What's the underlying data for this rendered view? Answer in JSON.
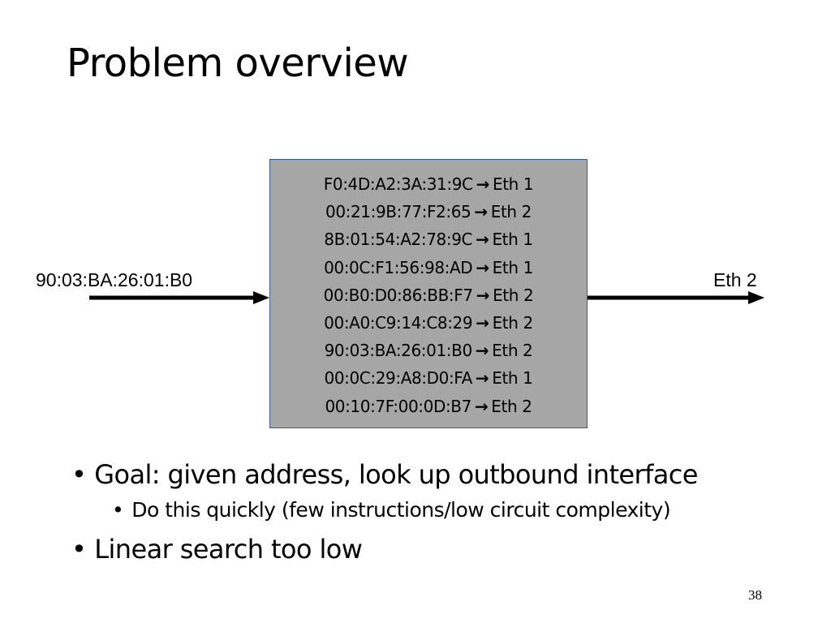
{
  "title": "Problem overview",
  "input_address": "90:03:BA:26:01:B0",
  "output_interface": "Eth 2",
  "arrow_glyph": "→",
  "table": [
    {
      "mac": "F0:4D:A2:3A:31:9C",
      "port": "Eth 1"
    },
    {
      "mac": "00:21:9B:77:F2:65",
      "port": "Eth 2"
    },
    {
      "mac": "8B:01:54:A2:78:9C",
      "port": "Eth 1"
    },
    {
      "mac": "00:0C:F1:56:98:AD",
      "port": "Eth 1"
    },
    {
      "mac": "00:B0:D0:86:BB:F7",
      "port": "Eth 2"
    },
    {
      "mac": "00:A0:C9:14:C8:29",
      "port": "Eth 2"
    },
    {
      "mac": "90:03:BA:26:01:B0",
      "port": "Eth 2"
    },
    {
      "mac": "00:0C:29:A8:D0:FA",
      "port": "Eth 1"
    },
    {
      "mac": "00:10:7F:00:0D:B7",
      "port": "Eth 2"
    }
  ],
  "bullets": {
    "bullet_char": "•",
    "b1": "Goal: given address, look up outbound interface",
    "b1_sub": "Do this quickly (few instructions/low circuit complexity)",
    "b2": "Linear search too low"
  },
  "page_number": "38",
  "colors": {
    "table_fill": "#a6a6a6",
    "table_border": "#3a5f8a",
    "text": "#000000"
  }
}
